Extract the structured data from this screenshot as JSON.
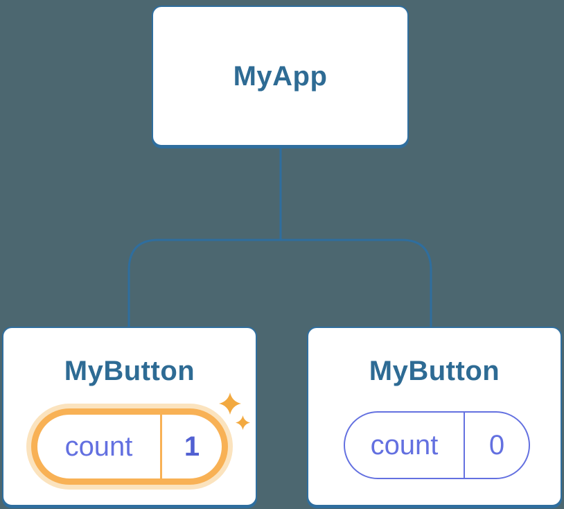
{
  "diagram": {
    "root": {
      "label": "MyApp"
    },
    "children": [
      {
        "label": "MyButton",
        "state": {
          "key": "count",
          "value": "1",
          "highlighted": true
        }
      },
      {
        "label": "MyButton",
        "state": {
          "key": "count",
          "value": "0",
          "highlighted": false
        }
      }
    ]
  },
  "icons": {
    "sparkles": "sparkle-icon"
  },
  "colors": {
    "background": "#4C6770",
    "card_border": "#2F6E9E",
    "card_text": "#2E6B94",
    "state_indigo": "#6370E0",
    "state_value_highlight": "#5160D2",
    "highlight_orange": "#F8B155",
    "highlight_glow": "#FBE3BE",
    "sparkle": "#F2A940"
  }
}
